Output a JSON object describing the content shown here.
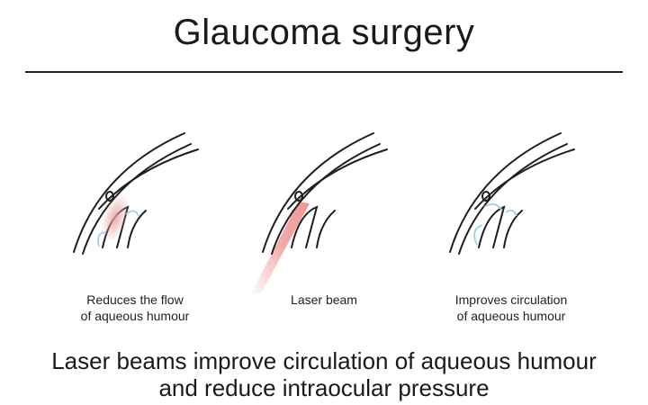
{
  "title": "Glaucoma surgery",
  "panels": [
    {
      "caption_lines": [
        "Reduces the flow",
        "of aqueous humour"
      ]
    },
    {
      "caption_lines": [
        "Laser beam"
      ]
    },
    {
      "caption_lines": [
        "Improves circulation",
        "of aqueous humour"
      ]
    }
  ],
  "footer_lines": [
    "Laser beams improve circulation of aqueous humour",
    "and reduce intraocular pressure"
  ],
  "colors": {
    "line": "#1e1e1e",
    "blocked_red": "#e8a0a0",
    "laser_red": "#f08a8a",
    "flow_blue": "#9fd0e6"
  }
}
